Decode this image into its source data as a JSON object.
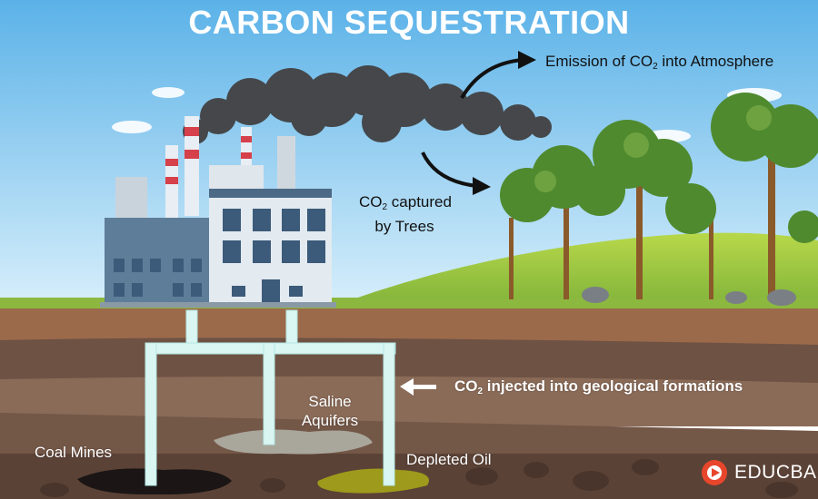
{
  "title": "CARBON SEQUESTRATION",
  "labels": {
    "emission": {
      "pre": "Emission of CO",
      "sub": "2",
      "post": " into Atmosphere"
    },
    "captured": {
      "pre": "CO",
      "sub": "2",
      "post": " captured",
      "line2": "by Trees"
    },
    "injected": {
      "pre": "CO",
      "sub": "2",
      "post": " injected into geological formations"
    },
    "saline": {
      "line1": "Saline",
      "line2": "Aquifers"
    },
    "coal": "Coal Mines",
    "oil": "Depleted Oil"
  },
  "logo": {
    "text": "EDUCBA",
    "color": "#e8462c"
  },
  "colors": {
    "sky_top": "#5bb2e8",
    "sky_bottom": "#d8effb",
    "smoke": "#45474a",
    "pipe": "#d9f6f3"
  }
}
